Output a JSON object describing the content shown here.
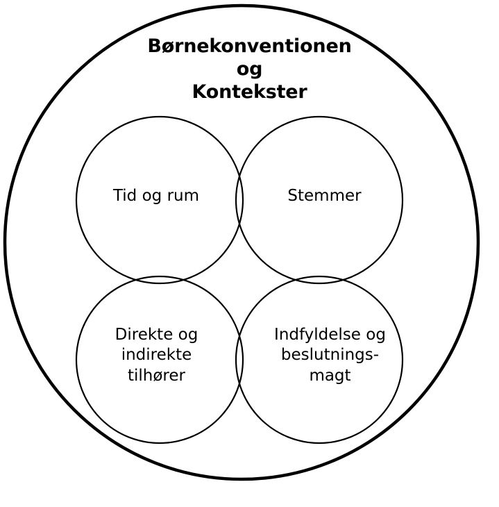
{
  "diagram": {
    "kind": "venn-four-circle-in-containing-circle",
    "outer": {
      "title_lines": [
        "Børnekonventionen",
        "og",
        "Kontekster"
      ],
      "title_full": "Børnekonventionen og Kontekster",
      "stroke_color": "#000000",
      "fill_color": "#ffffff",
      "stroke_width": 4
    },
    "inner_circles": [
      {
        "id": "tid-og-rum",
        "position": "top-left",
        "lines": [
          "Tid og rum"
        ],
        "label_full": "Tid og rum",
        "stroke_color": "#000000",
        "fill_color": "#ffffff",
        "stroke_width": 2
      },
      {
        "id": "stemmer",
        "position": "top-right",
        "lines": [
          "Stemmer"
        ],
        "label_full": "Stemmer",
        "stroke_color": "#000000",
        "fill_color": "#ffffff",
        "stroke_width": 2
      },
      {
        "id": "direkte-og-indirekte-tilhoerer",
        "position": "bottom-left",
        "lines": [
          "Direkte og",
          "indirekte",
          "tilhører"
        ],
        "label_full": "Direkte og indirekte tilhører",
        "stroke_color": "#000000",
        "fill_color": "#ffffff",
        "stroke_width": 2
      },
      {
        "id": "indfyldelse-og-beslutningsmagt",
        "position": "bottom-right",
        "lines": [
          "Indfyldelse og",
          "beslutnings-",
          "magt"
        ],
        "label_full": "Indfyldelse og beslutningsmagt",
        "stroke_color": "#000000",
        "fill_color": "#ffffff",
        "stroke_width": 2
      }
    ]
  }
}
